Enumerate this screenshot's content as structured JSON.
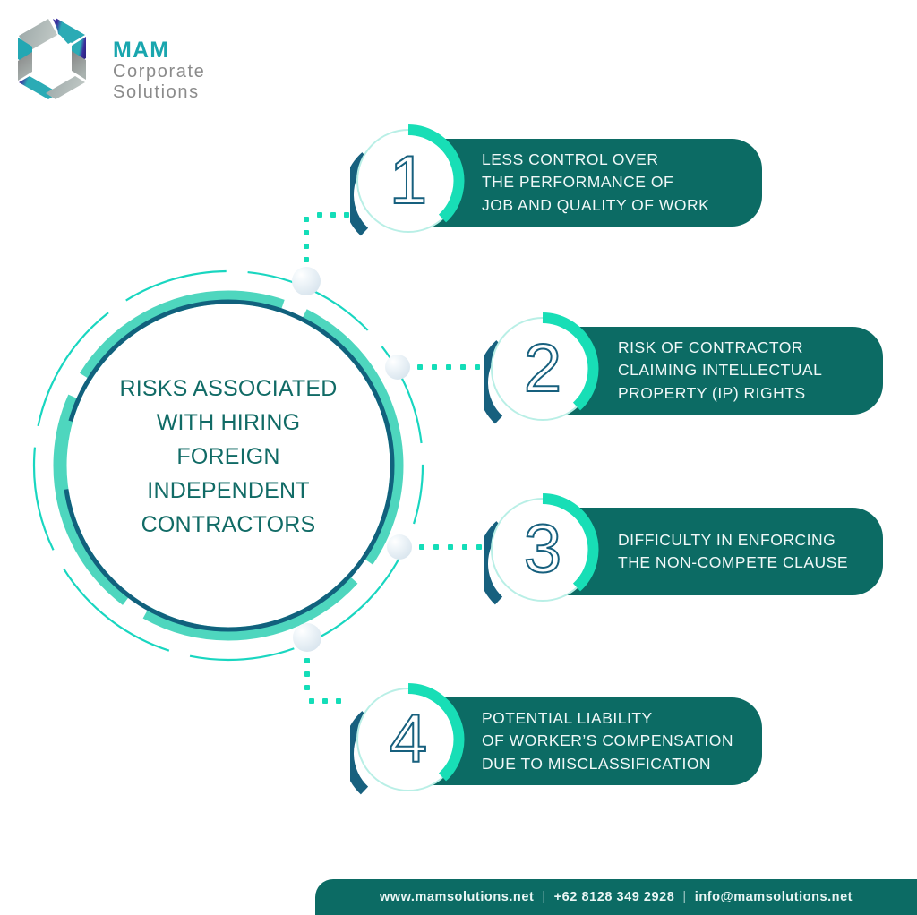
{
  "brand": {
    "name": "MAM",
    "tagline_line1": "Corporate",
    "tagline_line2": "Solutions",
    "logo_icon": "hexagon-cube-logo-icon",
    "colors": {
      "teal": "#19A6AE",
      "gray": "#8b8b8b",
      "purple": "#4a2fa0",
      "mint": "#4ED6BE"
    }
  },
  "center": {
    "title_lines": [
      "RISKS ASSOCIATED",
      "WITH HIRING",
      "FOREIGN",
      "INDEPENDENT",
      "CONTRACTORS"
    ],
    "title_color": "#116B66",
    "ring_mint": "#4ED6BE",
    "ring_navy": "#11617D",
    "ring_outline": "#19D6C0"
  },
  "items": [
    {
      "number": "1",
      "lines": [
        "LESS CONTROL OVER",
        "THE PERFORMANCE OF",
        "JOB AND QUALITY OF WORK"
      ]
    },
    {
      "number": "2",
      "lines": [
        "RISK OF CONTRACTOR",
        "CLAIMING INTELLECTUAL",
        "PROPERTY (IP) RIGHTS"
      ]
    },
    {
      "number": "3",
      "lines": [
        "DIFFICULTY IN ENFORCING",
        "THE NON-COMPETE CLAUSE"
      ]
    },
    {
      "number": "4",
      "lines": [
        "POTENTIAL LIABILITY",
        "OF WORKER’S COMPENSATION",
        "DUE TO MISCLASSIFICATION"
      ]
    }
  ],
  "palette": {
    "pill_bg": "#0C6B64",
    "pill_text": "#F0F8F8",
    "accent_teal": "#14DDB8",
    "arc_navy": "#17607E",
    "dot_teal": "#14DDB8"
  },
  "footer": {
    "website": "www.mamsolutions.net",
    "separator": "|",
    "phone": "+62 8128 349 2928",
    "email": "info@mamsolutions.net",
    "bg": "#0C6B64"
  }
}
